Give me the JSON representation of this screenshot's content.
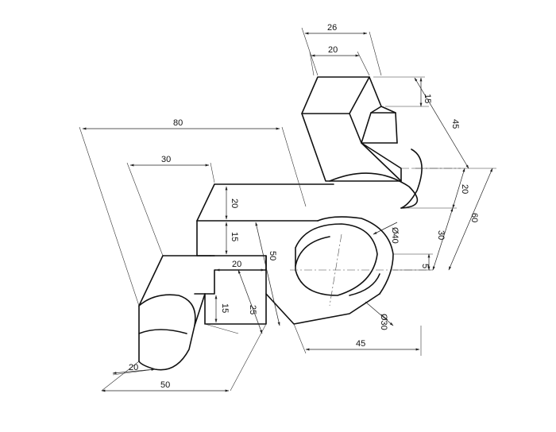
{
  "dimensions": {
    "d26": "26",
    "d20_top": "20",
    "d15_top": "15",
    "d45_right": "45",
    "d20_right": "20",
    "d60_right": "60",
    "d30_right": "30",
    "d5_right": "5",
    "dia40": "Ø40",
    "dia30": "Ø30",
    "d80": "80",
    "d30_left": "30",
    "d20_arm": "20",
    "d15_arm": "15",
    "d50_mid": "50",
    "d20_slot": "20",
    "d15_slot": "15",
    "d25_slot": "25",
    "d45_bottom": "45",
    "d20_bottom": "20",
    "d50_bottom": "50"
  },
  "colors": {
    "line": "#111111",
    "background": "#ffffff"
  }
}
